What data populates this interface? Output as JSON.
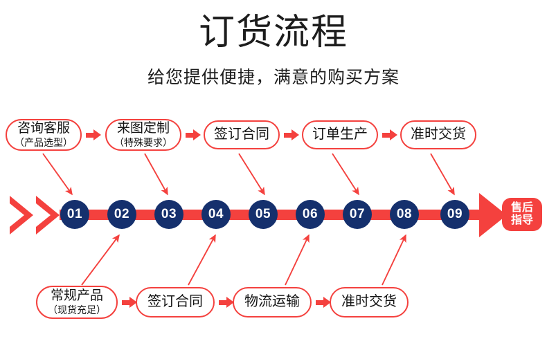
{
  "header": {
    "title": "订货流程",
    "subtitle": "给您提供便捷，满意的购买方案"
  },
  "colors": {
    "accent_red": "#f4413e",
    "navy": "#15306d",
    "text": "#1a1a1a",
    "background": "#ffffff"
  },
  "top_row": {
    "boxes": [
      {
        "line1": "咨询客服",
        "line2": "（产品选型）"
      },
      {
        "line1": "来图定制",
        "line2": "（特殊要求）"
      },
      {
        "line1": "签订合同",
        "line2": ""
      },
      {
        "line1": "订单生产",
        "line2": ""
      },
      {
        "line1": "准时交货",
        "line2": ""
      }
    ]
  },
  "bottom_row": {
    "boxes": [
      {
        "line1": "常规产品",
        "line2": "（现货充足）"
      },
      {
        "line1": "签订合同",
        "line2": ""
      },
      {
        "line1": "物流运输",
        "line2": ""
      },
      {
        "line1": "准时交货",
        "line2": ""
      }
    ]
  },
  "timeline": {
    "steps": [
      {
        "number": "01"
      },
      {
        "number": "02"
      },
      {
        "number": "03"
      },
      {
        "number": "04"
      },
      {
        "number": "05"
      },
      {
        "number": "06"
      },
      {
        "number": "07"
      },
      {
        "number": "08"
      },
      {
        "number": "09"
      }
    ]
  },
  "aftersales": {
    "line1": "售后",
    "line2": "指导"
  }
}
